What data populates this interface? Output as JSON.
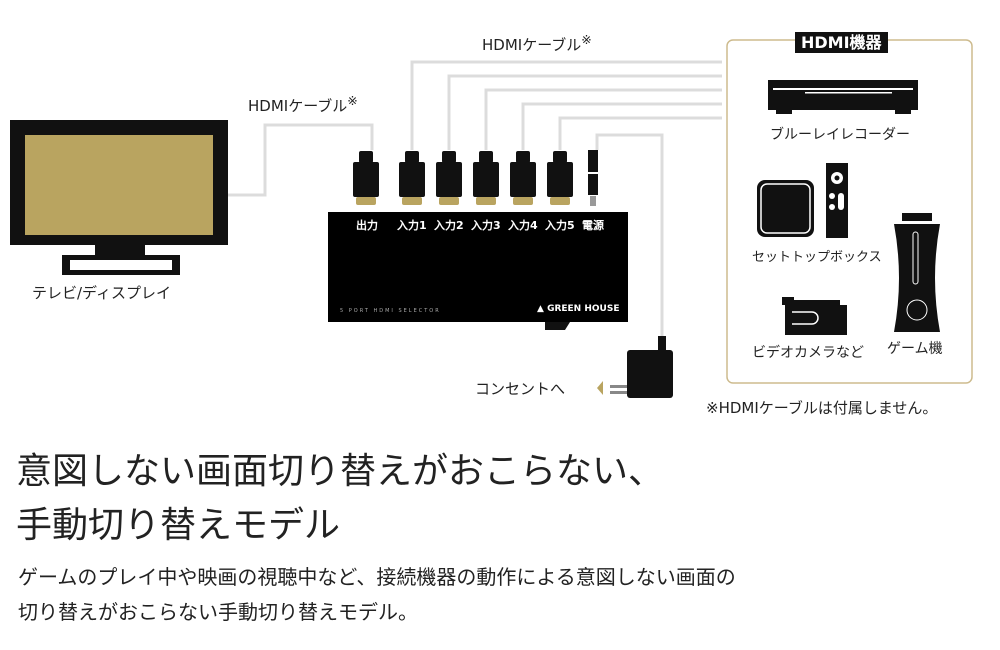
{
  "tv": {
    "label": "テレビ/ディスプレイ"
  },
  "cables": {
    "left_label": "HDMIケーブル",
    "top_label": "HDMIケーブル",
    "mark": "※"
  },
  "switch": {
    "ports": [
      "出力",
      "入力1",
      "入力2",
      "入力3",
      "入力4",
      "入力5",
      "電源"
    ],
    "model": "5 PORT HDMI SELECTOR",
    "brand": "GREEN HOUSE"
  },
  "power": {
    "label": "コンセントへ"
  },
  "devices": {
    "header": "HDMI機器",
    "items": [
      "ブルーレイレコーダー",
      "セットトップボックス",
      "ビデオカメラなど",
      "ゲーム機"
    ],
    "note": "※HDMIケーブルは付属しません。"
  },
  "headline": {
    "line1": "意図しない画面切り替えがおこらない、",
    "line2": "手動切り替えモデル"
  },
  "description": {
    "line1": "ゲームのプレイ中や映画の視聴中など、接続機器の動作による意図しない画面の",
    "line2": "切り替えがおこらない手動切り替えモデル。"
  },
  "colors": {
    "gold": "#b9a460",
    "cable": "#dcdcdc",
    "frame": "#cdbb8e"
  }
}
